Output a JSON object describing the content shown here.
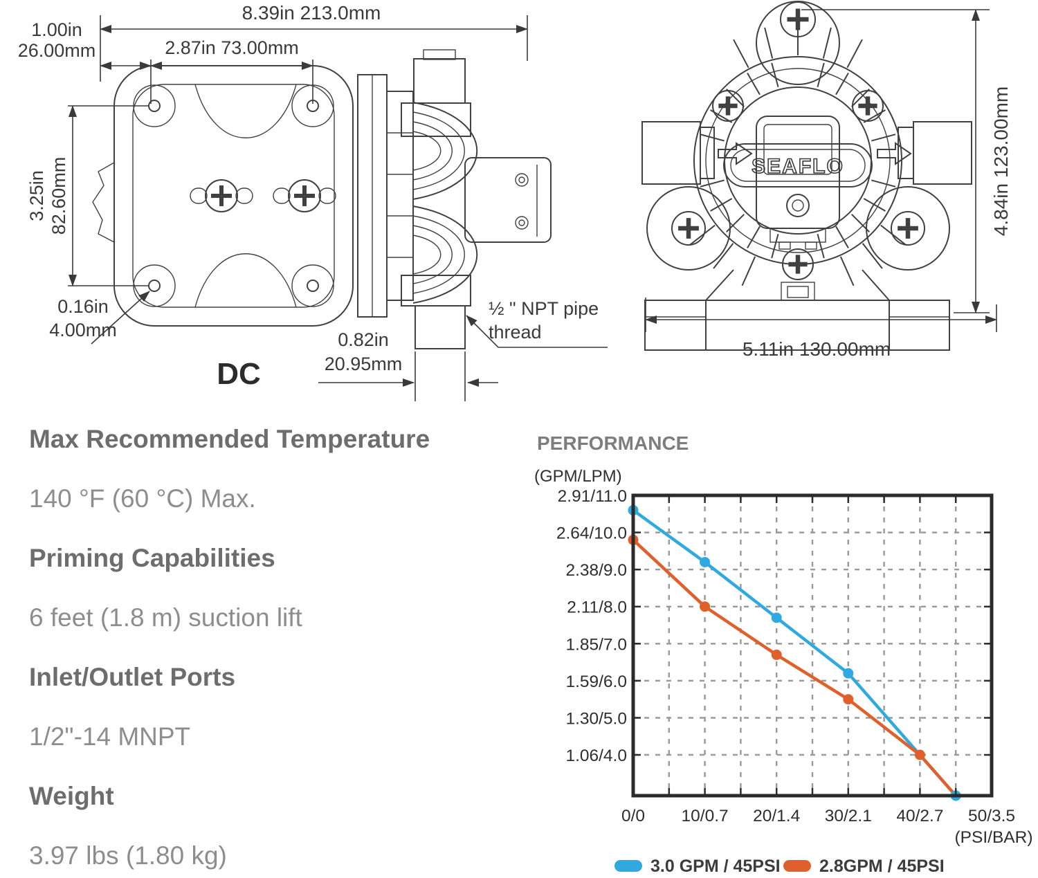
{
  "drawings": {
    "side_view": {
      "dim_width": "8.39in 213.0mm",
      "dim_offset_line1": "1.00in",
      "dim_offset_line2": "26.00mm",
      "dim_hole_spacing": "2.87in 73.00mm",
      "dim_height_line1": "3.25in",
      "dim_height_line2": "82.60mm",
      "dim_hole_dia_line1": "0.16in",
      "dim_hole_dia_line2": "4.00mm",
      "dim_port_line1": "0.82in",
      "dim_port_line2": "20.95mm",
      "thread_note_line1": "½ \" NPT pipe",
      "thread_note_line2": "thread",
      "view_label": "DC"
    },
    "front_view": {
      "brand": "SEAFLO",
      "dim_height": "4.84in 123.00mm",
      "dim_width": "5.11in 130.00mm"
    }
  },
  "specs": {
    "items": [
      {
        "heading": "Max Recommended Temperature",
        "value": "140 °F (60 °C) Max."
      },
      {
        "heading": "Priming Capabilities",
        "value": "6 feet (1.8 m) suction lift"
      },
      {
        "heading": "Inlet/Outlet Ports",
        "value": "1/2\"-14 MNPT"
      },
      {
        "heading": "Weight",
        "value": "3.97 lbs (1.80 kg)"
      }
    ]
  },
  "chart": {
    "title": "PERFORMANCE",
    "y_axis_unit": "(GPM/LPM)",
    "x_axis_unit": "(PSI/BAR)",
    "y_tick_labels": [
      "2.91/11.0",
      "2.64/10.0",
      "2.38/9.0",
      "2.11/8.0",
      "1.85/7.0",
      "1.59/6.0",
      "1.30/5.0",
      "1.06/4.0"
    ],
    "y_tick_lpm": [
      11.0,
      10.0,
      9.0,
      8.0,
      7.0,
      6.0,
      5.0,
      4.0
    ],
    "x_tick_labels": [
      "0/0",
      "10/0.7",
      "20/1.4",
      "30/2.1",
      "40/2.7",
      "50/3.5"
    ],
    "x_tick_psi": [
      0,
      10,
      20,
      30,
      40,
      50
    ]
  },
  "chart_data": {
    "type": "line",
    "title": "PERFORMANCE",
    "xlabel": "(PSI/BAR)",
    "ylabel": "(GPM/LPM)",
    "x_unit": "PSI",
    "y_unit": "LPM",
    "xlim": [
      0,
      50
    ],
    "ylim": [
      2.9,
      11.0
    ],
    "grid": {
      "x_step_psi": 5,
      "y_lines_lpm": [
        10,
        9,
        8,
        7,
        6,
        5,
        4
      ]
    },
    "series": [
      {
        "name": "3.0 GPM / 45PSI",
        "color": "#2fa9e0",
        "x_psi": [
          0,
          10,
          20,
          30,
          45
        ],
        "y_lpm": [
          10.6,
          9.2,
          7.7,
          6.2,
          2.9
        ],
        "y_gpm": [
          2.8,
          2.43,
          2.03,
          1.64,
          0.77
        ],
        "marker_count": 5
      },
      {
        "name": "2.8GPM / 45PSI",
        "color": "#e0602c",
        "x_psi": [
          0,
          10,
          20,
          30,
          40,
          45
        ],
        "y_lpm": [
          9.8,
          8.0,
          6.7,
          5.5,
          4.0,
          2.9
        ],
        "y_gpm": [
          2.59,
          2.11,
          1.77,
          1.45,
          1.06,
          0.77
        ],
        "marker_count": 5
      }
    ],
    "legend_position": "bottom"
  }
}
